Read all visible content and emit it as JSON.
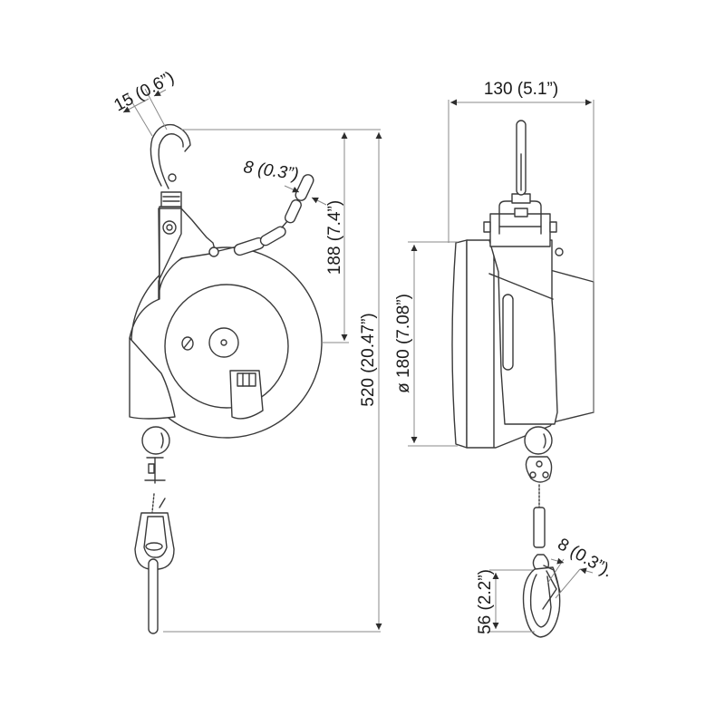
{
  "diagram": {
    "subject": "Spring balancer technical drawing",
    "views": [
      {
        "id": "front-view",
        "description": "Front elevation with top hook, chain, drum housing, bottom ball stop and swivel hook"
      },
      {
        "id": "side-view",
        "description": "Side elevation with top suspension hook, drum housing, ball stop and snap hook"
      }
    ],
    "dimensions": {
      "top_hook_opening": "15 (0.6”)",
      "chain_thickness": "8 (0.3”)",
      "chain_drop": "188 (7.4”)",
      "overall_length": "520 (20.47”)",
      "housing_width": "130 (5.1”)",
      "housing_diameter": "ø 180 (7.08”)",
      "bottom_hook_length": "56 (2.2”)",
      "bottom_hook_opening": "8 (0.3”)."
    },
    "colors": {
      "line": "#3a3a3a",
      "dimension_line": "#8a8a8a",
      "text": "#1a1a1a",
      "background": "#ffffff"
    }
  }
}
